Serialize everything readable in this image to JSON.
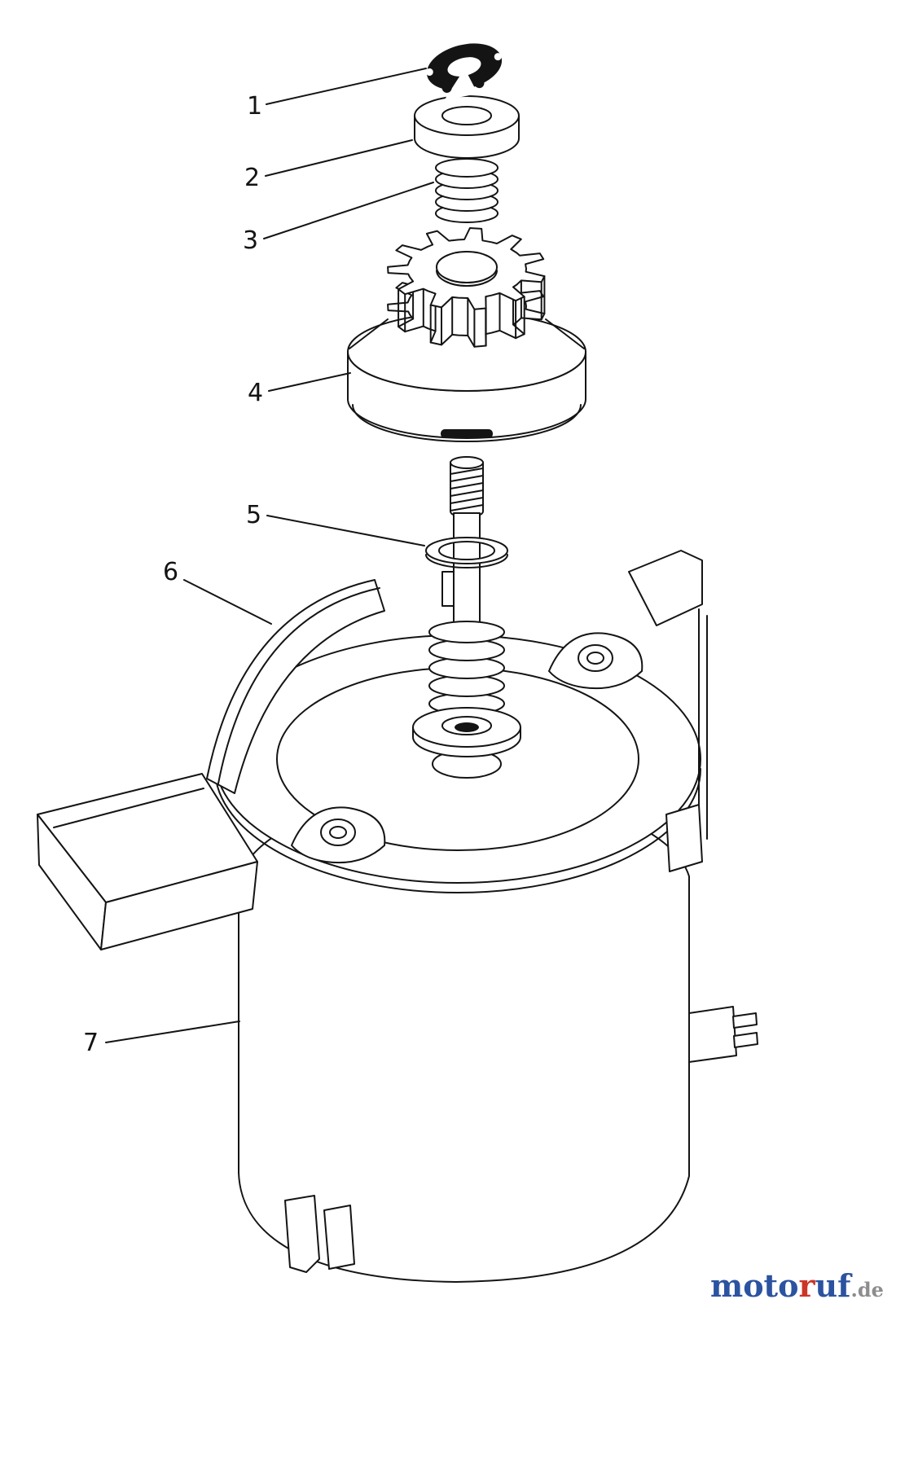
{
  "diagram": {
    "type": "exploded-parts-diagram",
    "line_color": "#141414",
    "background": "#ffffff",
    "callouts": [
      {
        "number": "1",
        "part": "retaining-e-ring"
      },
      {
        "number": "2",
        "part": "thrust-washer"
      },
      {
        "number": "3",
        "part": "drive-spring"
      },
      {
        "number": "4",
        "part": "pinion-gear-assembly"
      },
      {
        "number": "5",
        "part": "shaft-retainer-ring"
      },
      {
        "number": "6",
        "part": "mounting-plate"
      },
      {
        "number": "7",
        "part": "starter-motor-housing"
      }
    ]
  },
  "watermark": {
    "segments": [
      {
        "text": "moto",
        "color": "#2b53a0"
      },
      {
        "text": "r",
        "color": "#cc3527"
      },
      {
        "text": "uf",
        "color": "#2b53a0"
      },
      {
        "text": ".de",
        "color": "#8d8d8d"
      }
    ]
  }
}
